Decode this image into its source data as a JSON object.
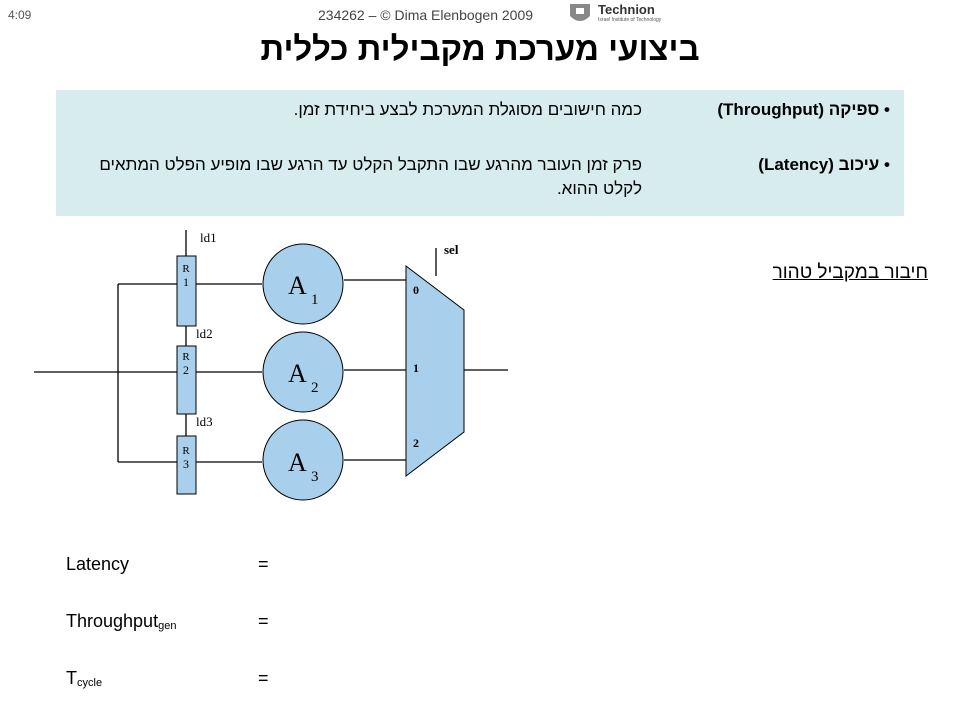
{
  "header": {
    "slide_number": "4:09",
    "copyright": "234262 – © Dima Elenbogen 2009",
    "logo_text": "Technion",
    "logo_subtext": "Israel Institute of Technology"
  },
  "title": "ביצועי מערכת מקבילית כללית",
  "definitions": [
    {
      "bullet": "•",
      "term": "ספיקה (Throughput)",
      "description": "כמה חישובים מסוגלת המערכת לבצע ביחידת זמן."
    },
    {
      "bullet": "•",
      "term": "עיכוב (Latency)",
      "description": "פרק זמן העובר מהרגע שבו התקבל הקלט עד הרגע שבו מופיע הפלט המתאים לקלט ההוא."
    }
  ],
  "diagram": {
    "section_label": "חיבור במקביל טהור",
    "registers": [
      {
        "r": "R",
        "num": "1",
        "load": "ld1"
      },
      {
        "r": "R",
        "num": "2",
        "load": "ld2"
      },
      {
        "r": "R",
        "num": "3",
        "load": "ld3"
      }
    ],
    "units": [
      {
        "letter": "A",
        "sub": "1"
      },
      {
        "letter": "A",
        "sub": "2"
      },
      {
        "letter": "A",
        "sub": "3"
      }
    ],
    "mux": {
      "select_label": "sel",
      "inputs": [
        "0",
        "1",
        "2"
      ]
    },
    "colors": {
      "register_fill": "#a8d0ec",
      "unit_fill": "#a8d0ec",
      "mux_fill": "#a8d0ec",
      "stroke": "#000000"
    }
  },
  "equations": [
    {
      "label": "Latency",
      "sub": "",
      "sign": "="
    },
    {
      "label": "Throughput",
      "sub": "gen",
      "sign": "="
    },
    {
      "label": "T",
      "sub": "cycle",
      "sign": "="
    }
  ]
}
